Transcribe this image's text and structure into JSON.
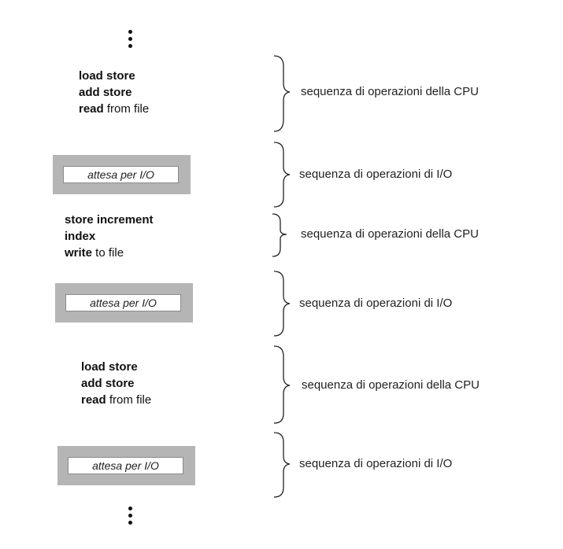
{
  "dots": [
    "⋮",
    "⋮"
  ],
  "cpu1": {
    "l1": "load store",
    "l2": "add store",
    "l3b": "read",
    "l3r": " from file"
  },
  "cpu2": {
    "l1": "store increment",
    "l2": "index",
    "l3b": "write",
    "l3r": " to file"
  },
  "cpu3": {
    "l1": "load store",
    "l2": "add store",
    "l3b": "read",
    "l3r": " from file"
  },
  "wait": [
    "attesa per I/O",
    "attesa per I/O",
    "attesa per I/O"
  ],
  "labels": {
    "cpu": "sequenza di operazioni della CPU",
    "io": "sequenza di operazioni di I/O"
  }
}
